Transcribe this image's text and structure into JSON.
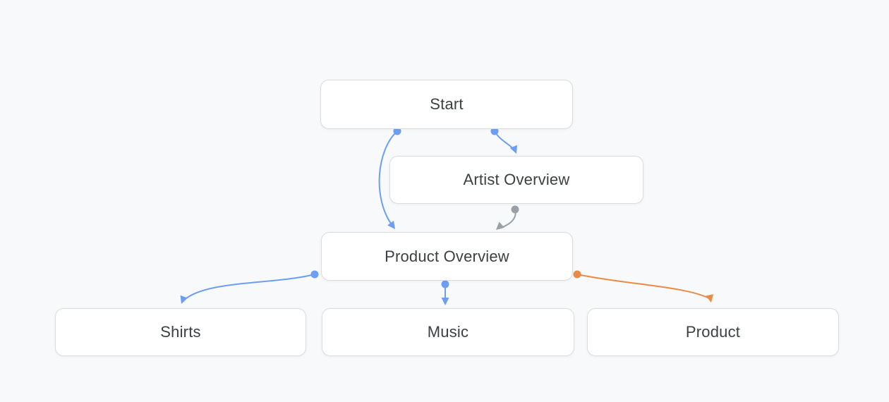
{
  "diagram": {
    "title": "conversation-flow-graph",
    "nodes": [
      {
        "id": "start",
        "label": "Start"
      },
      {
        "id": "artist-overview",
        "label": "Artist Overview"
      },
      {
        "id": "product-overview",
        "label": "Product Overview"
      },
      {
        "id": "shirts",
        "label": "Shirts"
      },
      {
        "id": "music",
        "label": "Music"
      },
      {
        "id": "product",
        "label": "Product"
      }
    ],
    "edges": [
      {
        "from": "start",
        "to": "product-overview",
        "color_key": "edge_blue"
      },
      {
        "from": "start",
        "to": "artist-overview",
        "color_key": "edge_blue"
      },
      {
        "from": "artist-overview",
        "to": "product-overview",
        "color_key": "edge_gray"
      },
      {
        "from": "product-overview",
        "to": "shirts",
        "color_key": "edge_blue"
      },
      {
        "from": "product-overview",
        "to": "music",
        "color_key": "edge_blue"
      },
      {
        "from": "product-overview",
        "to": "product",
        "color_key": "edge_orange"
      }
    ],
    "colors": {
      "edge_blue": "#6D9EF3",
      "edge_gray": "#9AA0A6",
      "edge_orange": "#E98B47",
      "node_border": "#DADCE0",
      "node_text": "#3C4043",
      "canvas_bg": "#F8F9FA"
    }
  }
}
